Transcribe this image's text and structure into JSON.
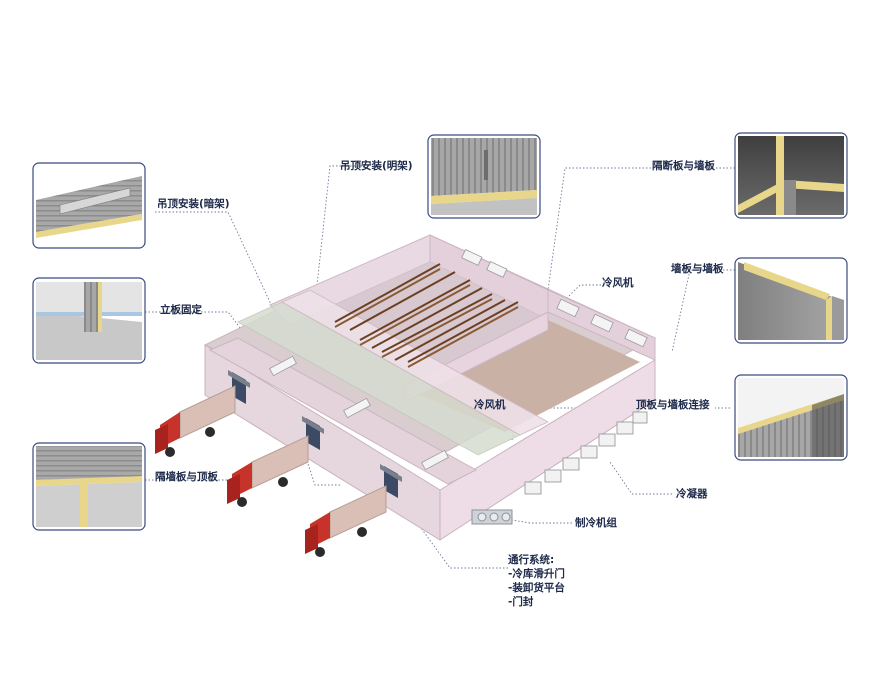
{
  "labels": {
    "ceiling_hidden": "吊顶安装(暗架)",
    "ceiling_exposed": "吊顶安装(明架)",
    "partition_wall": "隔断板与墙板",
    "wall_wall": "墙板与墙板",
    "vertical_fix": "立板固定",
    "cooler_1": "冷风机",
    "cooler_2": "冷风机",
    "roof_wall": "顶板与墙板连接",
    "partition_roof": "隔墙板与顶板",
    "condenser": "冷凝器",
    "unit": "制冷机组",
    "access_title": "通行系统:",
    "access_items": [
      "-冷库滑升门",
      "-装卸货平台",
      "-门封"
    ]
  }
}
